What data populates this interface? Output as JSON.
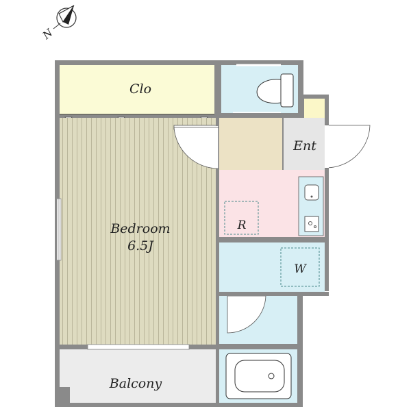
{
  "compass": {
    "label": "N",
    "icon": "north-arrow-icon"
  },
  "rooms": {
    "closet": "Clo",
    "bedroom": {
      "name": "Bedroom",
      "size": "6.5J"
    },
    "entrance": "Ent",
    "refrigerator": "R",
    "washer": "W",
    "balcony": "Balcony"
  },
  "colors": {
    "wall": "#8a8a8a",
    "closet": "#fbfbd6",
    "bedroom_floor": "#dedbc0",
    "bedroom_stripe": "#b9b59a",
    "hall": "#ece2c5",
    "kitchen": "#fbe3e6",
    "wet_area": "#d7eff5",
    "entrance": "#e6e6e6",
    "shoe_box": "#fbf7c8",
    "balcony": "#ececec"
  }
}
